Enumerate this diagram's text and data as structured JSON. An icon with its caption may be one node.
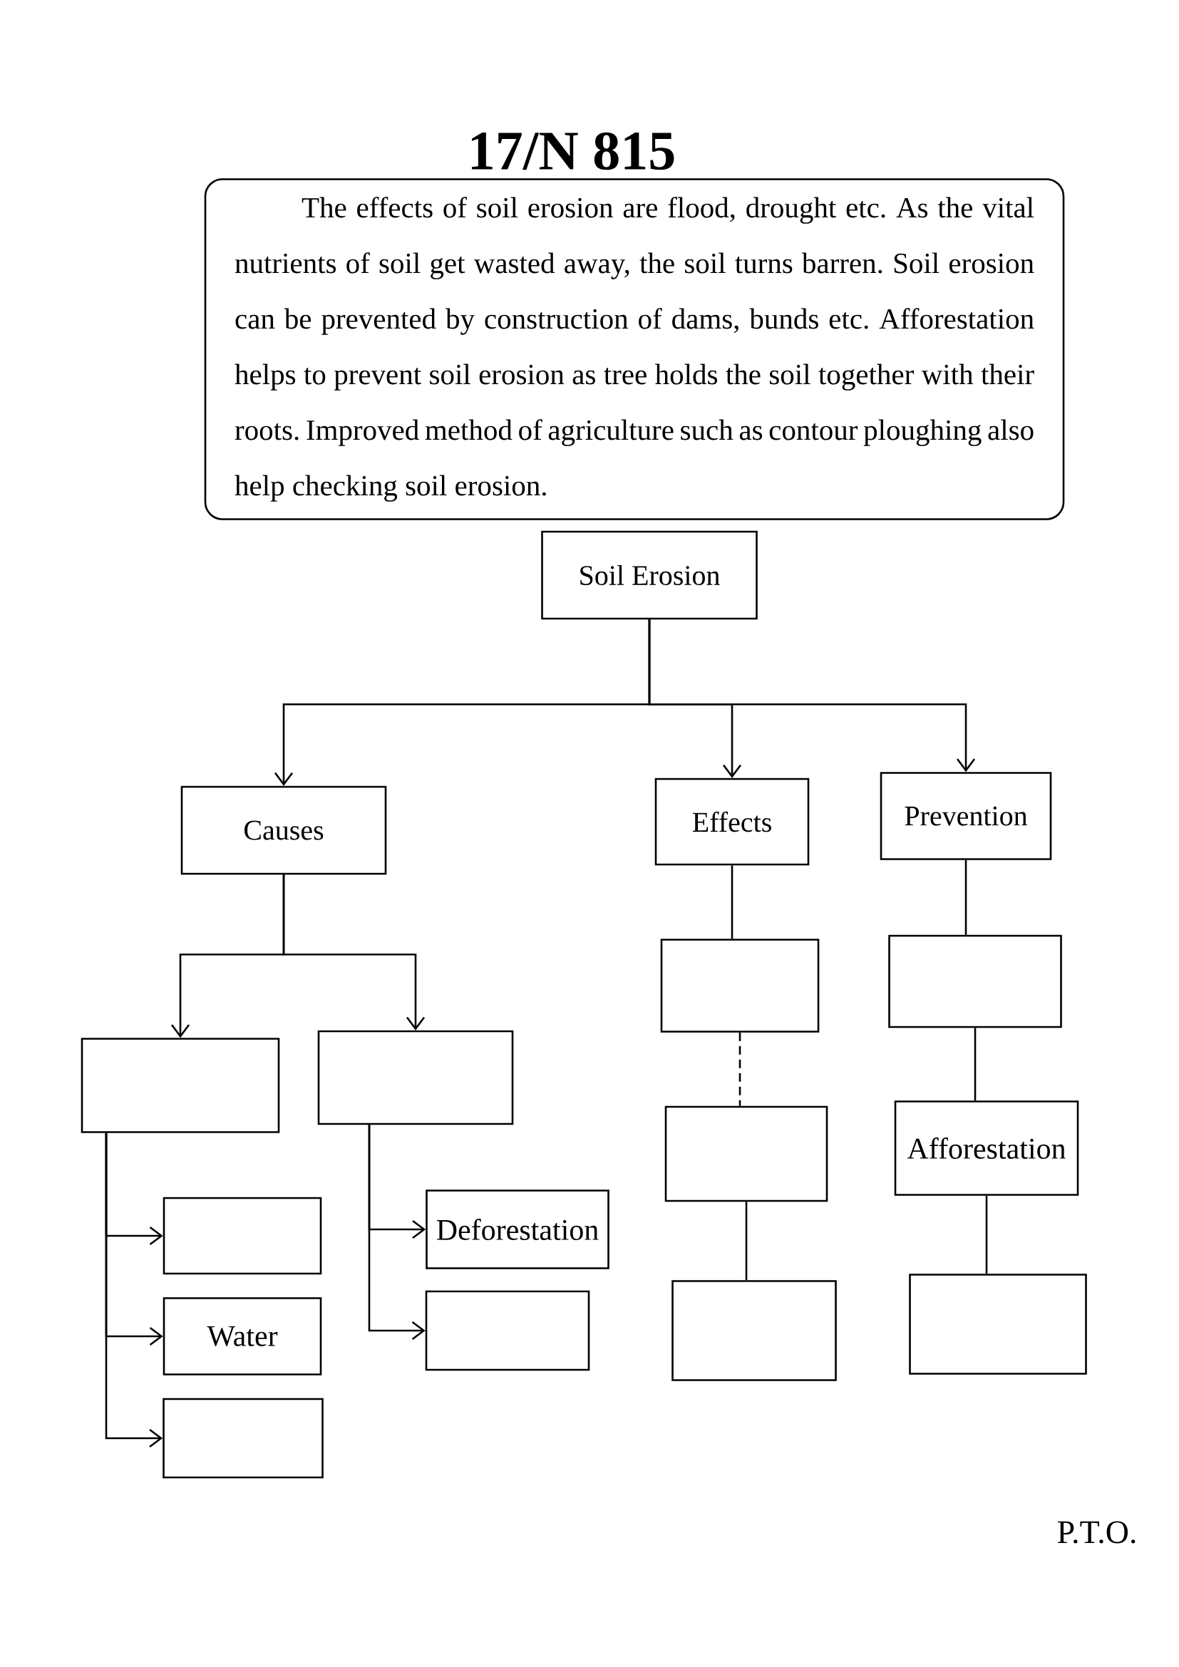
{
  "diagram": {
    "title": "17/N 815",
    "nodes": [
      {
        "text": [
          "The effects of soil erosion are flood, drought etc. As the vital nutrients of soil get wasted away, the soil turns barren. Soil erosion can be prevented by construction of dams, bunds etc. Afforestation helps to prevent soil erosion as tree holds the soil together with their roots. Improved method of agriculture such as contour ploughing also help checking soil erosion."
        ]
      },
      {
        "text": [
          "Soil Erosion"
        ]
      },
      {
        "text": [
          "Causes"
        ]
      },
      {
        "text": [
          "Effects"
        ]
      },
      {
        "text": [
          "Prevention"
        ]
      },
      {
        "text": [],
        "shape": "box"
      },
      {
        "text": [],
        "shape": "box"
      },
      {
        "text": [],
        "shape": "box"
      },
      {
        "text": [
          "Water"
        ]
      },
      {
        "text": [],
        "shape": "box"
      },
      {
        "text": [
          "Deforestation"
        ]
      },
      {
        "text": [],
        "shape": "box"
      },
      {
        "text": [],
        "shape": "box"
      },
      {
        "text": [],
        "shape": "box"
      },
      {
        "text": [],
        "shape": "box"
      },
      {
        "text": [],
        "shape": "box"
      },
      {
        "text": [
          "Afforestation"
        ]
      },
      {
        "text": [],
        "shape": "box"
      }
    ],
    "edges": [
      {
        "from": 1,
        "to": 2,
        "arrow": "to"
      },
      {
        "from": 1,
        "to": 3,
        "arrow": "to"
      },
      {
        "from": 1,
        "to": 4,
        "arrow": "to"
      },
      {
        "from": 2,
        "to": 5,
        "arrow": "to"
      },
      {
        "from": 2,
        "to": 6,
        "arrow": "to"
      },
      {
        "from": 5,
        "to": 7,
        "arrow": "to"
      },
      {
        "from": 5,
        "to": 8,
        "arrow": "to"
      },
      {
        "from": 5,
        "to": 9,
        "arrow": "to"
      },
      {
        "from": 6,
        "to": 10,
        "arrow": "to"
      },
      {
        "from": 6,
        "to": 11,
        "arrow": "to"
      },
      {
        "from": 3,
        "to": 12,
        "arrow": "none"
      },
      {
        "from": 12,
        "to": 13,
        "arrow": "none",
        "style": "dashed"
      },
      {
        "from": 13,
        "to": 14,
        "arrow": "none"
      },
      {
        "from": 4,
        "to": 15,
        "arrow": "none"
      },
      {
        "from": 15,
        "to": 16,
        "arrow": "none"
      },
      {
        "from": 16,
        "to": 17,
        "arrow": "none"
      }
    ],
    "labels": [
      "P.T.O."
    ]
  }
}
